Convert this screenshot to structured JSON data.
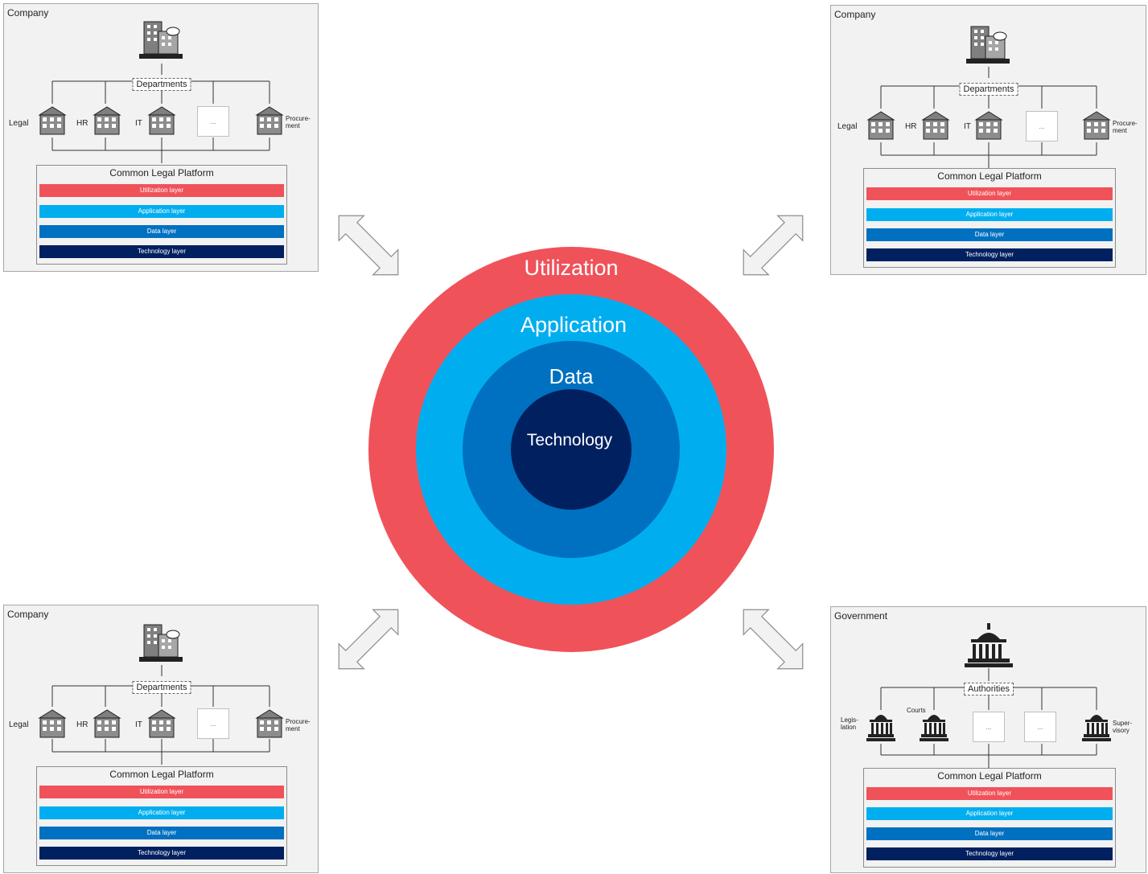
{
  "center": {
    "rings": [
      {
        "label": "Utilization",
        "color": "#f0525a"
      },
      {
        "label": "Application",
        "color": "#00aeef"
      },
      {
        "label": "Data",
        "color": "#0070c0"
      },
      {
        "label": "Technology",
        "color": "#002060"
      }
    ]
  },
  "panels": [
    {
      "title": "Company",
      "hub": "Departments",
      "units": [
        "Legal",
        "HR",
        "IT",
        "...",
        "Procure-ment"
      ],
      "platform": {
        "title": "Common Legal Platform",
        "layers": [
          "Utilization layer",
          "Application layer",
          "Data layer",
          "Technology layer"
        ]
      }
    },
    {
      "title": "Company",
      "hub": "Departments",
      "units": [
        "Legal",
        "HR",
        "IT",
        "...",
        "Procure-ment"
      ],
      "platform": {
        "title": "Common Legal Platform",
        "layers": [
          "Utilization layer",
          "Application layer",
          "Data layer",
          "Technology layer"
        ]
      }
    },
    {
      "title": "Company",
      "hub": "Departments",
      "units": [
        "Legal",
        "HR",
        "IT",
        "...",
        "Procure-ment"
      ],
      "platform": {
        "title": "Common Legal Platform",
        "layers": [
          "Utilization layer",
          "Application layer",
          "Data layer",
          "Technology layer"
        ]
      }
    },
    {
      "title": "Government",
      "hub": "Authorities",
      "units": [
        "Legis-lation",
        "Courts",
        "...",
        "...",
        "Super-visory"
      ],
      "platform": {
        "title": "Common Legal Platform",
        "layers": [
          "Utilization layer",
          "Application layer",
          "Data layer",
          "Technology layer"
        ]
      }
    }
  ]
}
